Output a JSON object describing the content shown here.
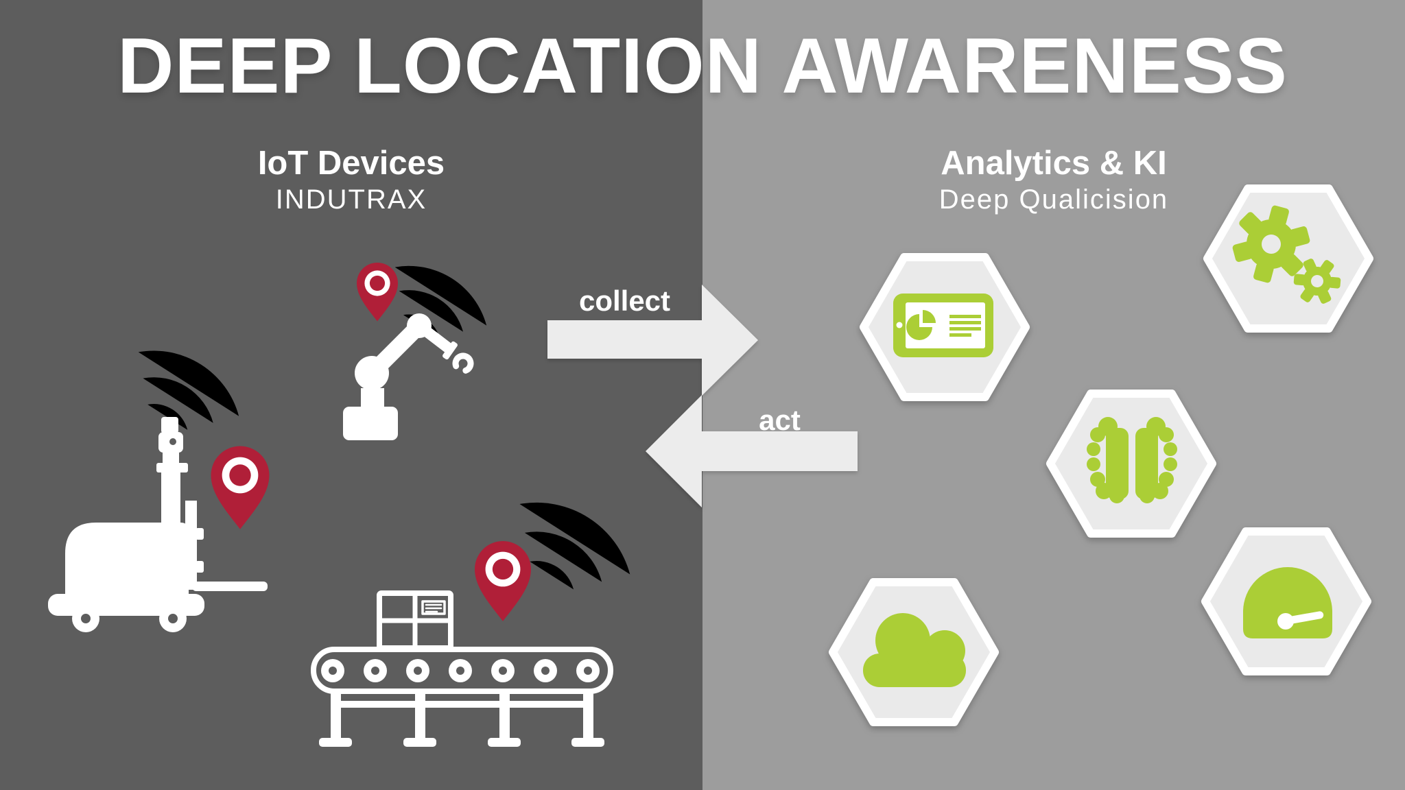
{
  "title": "DEEP LOCATION AWARENESS",
  "left_panel": {
    "heading": "IoT Devices",
    "subheading": "INDUTRAX",
    "icons": [
      {
        "name": "forklift-icon",
        "badges": [
          "wifi-signal-icon",
          "location-pin-icon"
        ]
      },
      {
        "name": "robot-arm-icon",
        "badges": [
          "wifi-signal-icon",
          "location-pin-icon"
        ]
      },
      {
        "name": "conveyor-belt-icon",
        "badges": [
          "wifi-signal-icon",
          "location-pin-icon"
        ]
      }
    ]
  },
  "right_panel": {
    "heading": "Analytics & KI",
    "subheading": "Deep Qualicision",
    "hexagons": [
      {
        "icon": "dashboard-tablet-icon"
      },
      {
        "icon": "gears-icon"
      },
      {
        "icon": "brain-icon"
      },
      {
        "icon": "cloud-icon"
      },
      {
        "icon": "gauge-icon"
      }
    ]
  },
  "flows": {
    "collect_label": "collect",
    "act_label": "act"
  },
  "theme": {
    "bg_left": "#5d5d5d",
    "bg_right": "#9d9d9d",
    "arrow_fill": "#ececec",
    "hex_fill": "#eaeaea",
    "red": "#b01f38",
    "green": "#abce36",
    "text": "#ffffff"
  }
}
